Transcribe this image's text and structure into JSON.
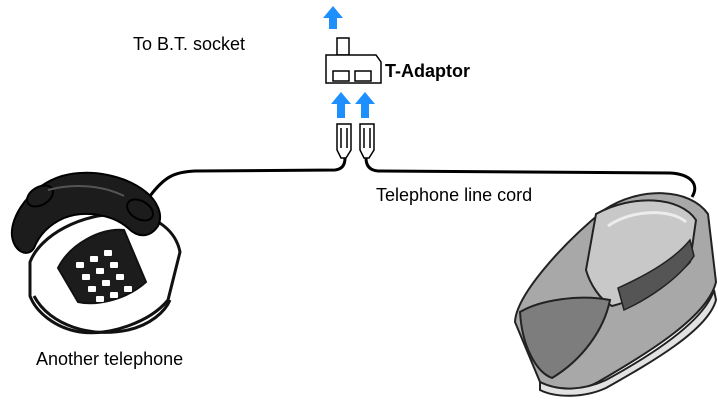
{
  "labels": {
    "to_socket": "To B.T. socket",
    "adaptor": "T-Adaptor",
    "line_cord": "Telephone line cord",
    "another_telephone": "Another telephone"
  },
  "colors": {
    "arrow": "#1e8fff",
    "line": "#000000",
    "phone_body": "#222222",
    "cordless_body": "#9a9a9a"
  },
  "icons": {
    "arrows": "up-arrow",
    "adaptor": "t-adaptor-icon",
    "plugs": "rj11-plug-icon",
    "left_phone": "rotary-desk-phone-icon",
    "right_phone": "cordless-phone-base-icon"
  }
}
